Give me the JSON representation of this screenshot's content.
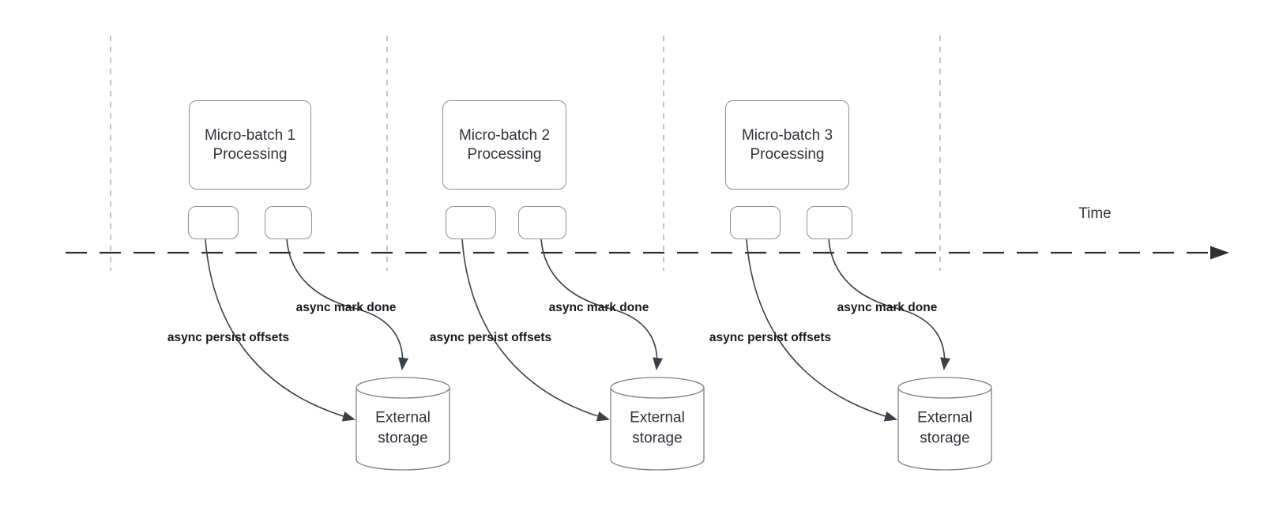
{
  "diagram": {
    "time_axis_label": "Time",
    "groups": [
      {
        "batch_label": "Micro-batch 1\nProcessing",
        "persist_label": "async persist offsets",
        "mark_done_label": "async mark done",
        "storage_label": "External\nstorage"
      },
      {
        "batch_label": "Micro-batch 2\nProcessing",
        "persist_label": "async persist offsets",
        "mark_done_label": "async mark done",
        "storage_label": "External\nstorage"
      },
      {
        "batch_label": "Micro-batch 3\nProcessing",
        "persist_label": "async persist offsets",
        "mark_done_label": "async mark done",
        "storage_label": "External\nstorage"
      }
    ],
    "colors": {
      "shape_stroke": "#8b8f96",
      "cylinder_stroke": "#7d828a",
      "arrow_stroke": "#3a4047",
      "axis_stroke": "#2d2f33",
      "boundary_dash": "#b5b7ba",
      "shape_text": "#2f333b",
      "annotation_text": "#15181d"
    }
  }
}
